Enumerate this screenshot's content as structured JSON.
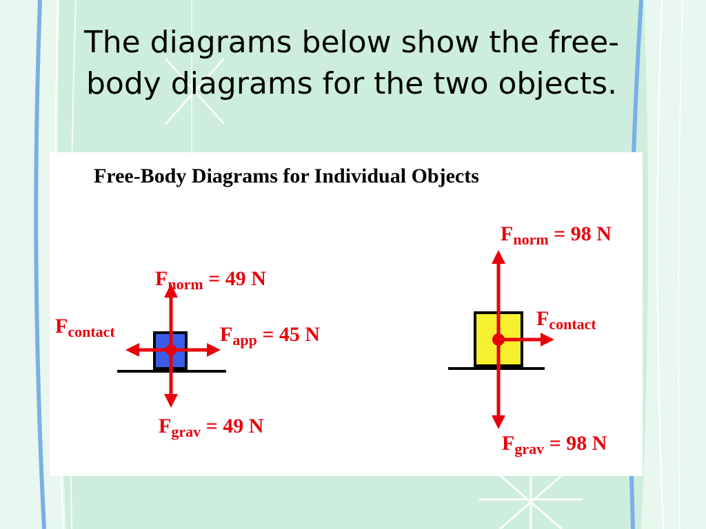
{
  "slide": {
    "title_line1": "The diagrams below show the free-",
    "title_line2": "body diagrams for the two objects."
  },
  "figure": {
    "title": "Free-Body Diagrams for Individual Objects",
    "left_object": {
      "block_color": "#3a5de8",
      "forces": {
        "norm": {
          "F": "F",
          "sub": "norm",
          "value": " = 49 N"
        },
        "contact": {
          "F": "F",
          "sub": "contact",
          "value": ""
        },
        "app": {
          "F": "F",
          "sub": "app",
          "value": " = 45 N"
        },
        "grav": {
          "F": "F",
          "sub": "grav",
          "value": " = 49 N"
        }
      }
    },
    "right_object": {
      "block_color": "#f7f02e",
      "forces": {
        "norm": {
          "F": "F",
          "sub": "norm",
          "value": " = 98 N"
        },
        "contact": {
          "F": "F",
          "sub": "contact",
          "value": ""
        },
        "grav": {
          "F": "F",
          "sub": "grav",
          "value": " = 98 N"
        }
      }
    },
    "colors": {
      "arrow": "#e8000b",
      "ground": "#000000",
      "block_outline": "#000000"
    }
  }
}
